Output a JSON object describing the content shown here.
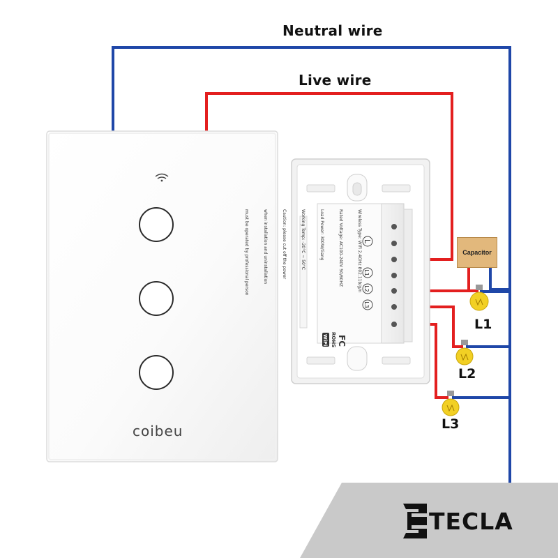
{
  "labels": {
    "neutral_wire": "Neutral wire",
    "live_wire": "Live wire",
    "capacitor": "Capacitor",
    "lamps": [
      "L1",
      "L2",
      "L3"
    ]
  },
  "switch_panel": {
    "brand": "coibeu",
    "button_count": 3,
    "wifi_indicator": "wifi-icon"
  },
  "module": {
    "spec_lines": [
      "Wireless Type: WiFi 2.4GHz 802.11b/g/n",
      "Rated Voltage: AC100-240V 50/60HZ",
      "Load Power: 300W/Gang",
      "Working Temp: -20°C ~ 50°C",
      "Caution: please cut off the power",
      "when installation and uninstallation",
      "must be operated by professional person"
    ],
    "terminals": [
      "L",
      "L1",
      "L2",
      "L3"
    ],
    "cert_marks": [
      "FC",
      "ROHS",
      "WiFi"
    ]
  },
  "logo": {
    "text": "TECLA"
  },
  "colors": {
    "neutral": "#1f47a8",
    "live": "#e31f1f",
    "bulb": "#f2d024",
    "footer": "#c9c9c9"
  }
}
